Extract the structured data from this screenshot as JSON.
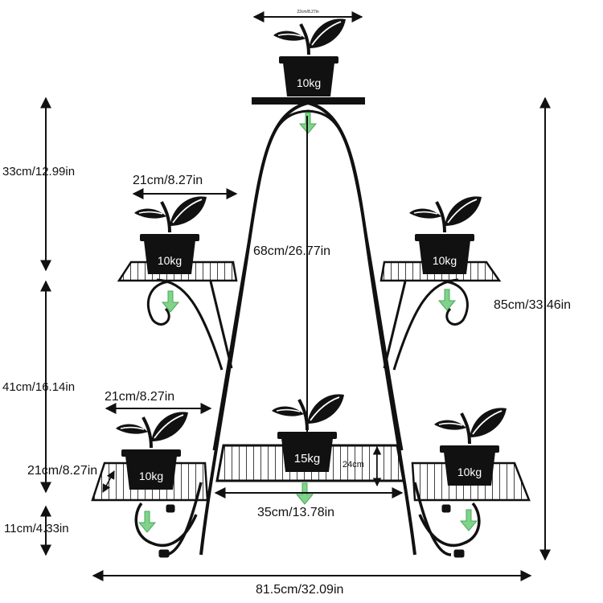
{
  "colors": {
    "metal": "#111111",
    "arrow_line": "#111111",
    "load_arrow": "#7fd38a",
    "pot_text": "#ffffff"
  },
  "dimensions": {
    "top_width": "22cm/8.27in",
    "top_section_height": "33cm/12.99in",
    "middle_section_height": "41cm/16.14in",
    "left_shelf_width": "21cm/8.27in",
    "bottom_left_shelf_width": "21cm/8.27in",
    "bottom_left_shelf_depth": "21cm/8.27in",
    "leg_height": "11cm/4.33in",
    "inner_height": "68cm/26.77in",
    "total_height": "85cm/33.46in",
    "center_shelf_width": "35cm/13.78in",
    "center_shelf_height": "24cm",
    "total_width": "81.5cm/32.09in"
  },
  "pots": {
    "top": "10kg",
    "mid_left": "10kg",
    "mid_right": "10kg",
    "bottom_left": "10kg",
    "bottom_center": "15kg",
    "bottom_right": "10kg"
  },
  "icons": [
    "plant-pot-icon",
    "load-arrow-icon",
    "dimension-arrow-icon"
  ]
}
